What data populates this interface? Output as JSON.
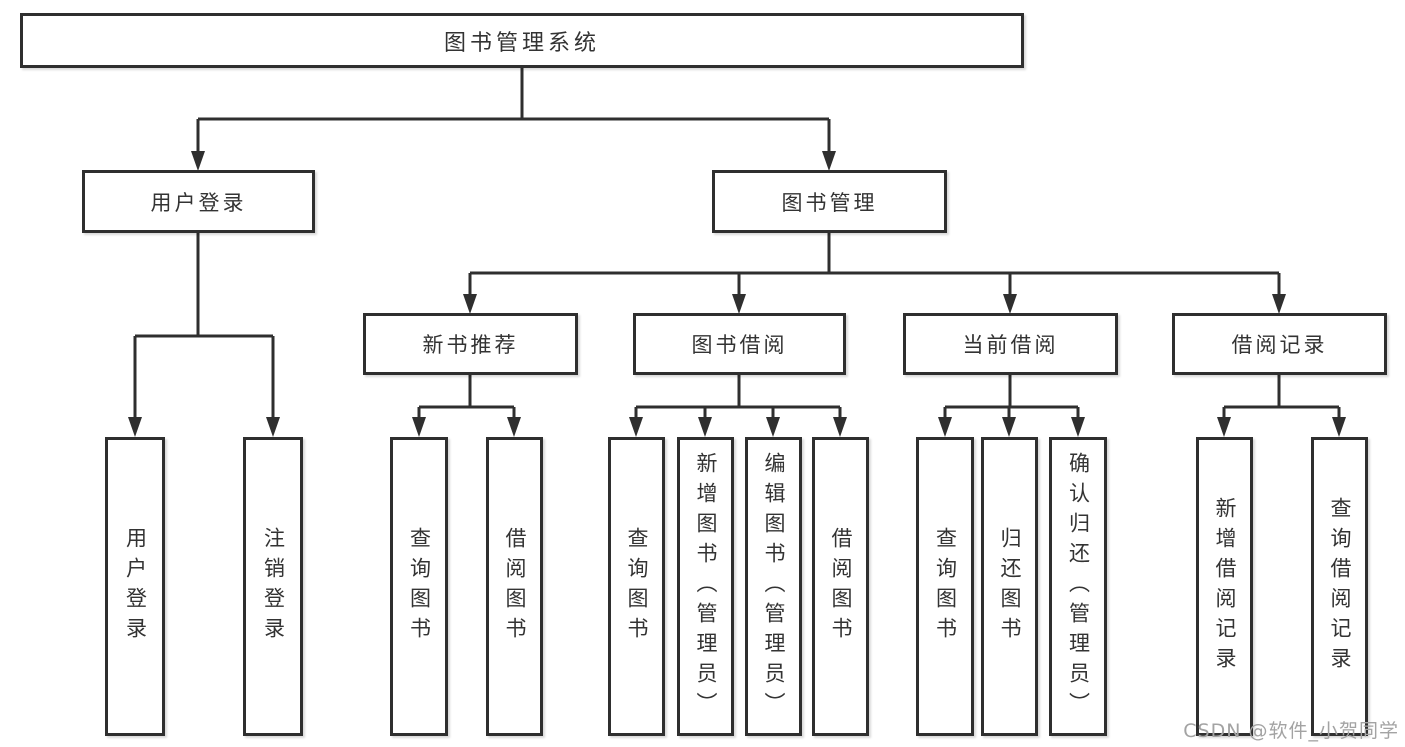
{
  "nodes": {
    "root": "图书管理系统",
    "user_login": {
      "label": "用户登录",
      "children": [
        "用户登录",
        "注销登录"
      ]
    },
    "book_mgmt": {
      "label": "图书管理"
    },
    "new_books": {
      "label": "新书推荐",
      "children": [
        "查询图书",
        "借阅图书"
      ]
    },
    "borrowing": {
      "label": "图书借阅",
      "children": [
        "查询图书",
        "新增图书（管理员）",
        "编辑图书（管理员）",
        "借阅图书"
      ]
    },
    "current": {
      "label": "当前借阅",
      "children": [
        "查询图书",
        "归还图书",
        "确认归还（管理员）"
      ]
    },
    "records": {
      "label": "借阅记录",
      "children": [
        "新增借阅记录",
        "查询借阅记录"
      ]
    }
  },
  "watermark": "CSDN @软件_小贺同学",
  "colors": {
    "line": "#2f2f2f",
    "text": "#333333",
    "box_bg": "#ffffff",
    "watermark": "#a3a3a3",
    "background": "#ffffff"
  }
}
